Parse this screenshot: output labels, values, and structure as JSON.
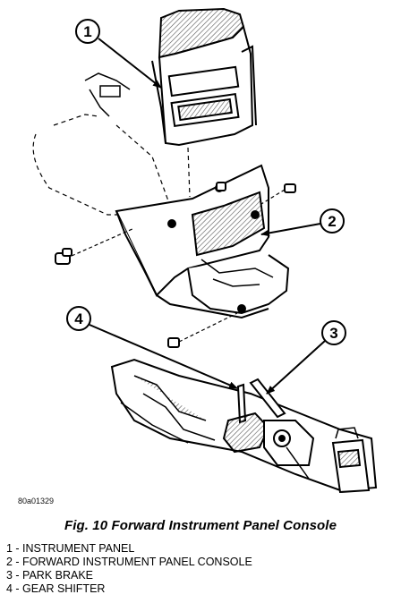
{
  "figure": {
    "id_label": "80a01329",
    "caption": "Fig. 10 Forward Instrument Panel Console"
  },
  "callouts": [
    {
      "number": "1",
      "label": "INSTRUMENT PANEL"
    },
    {
      "number": "2",
      "label": "FORWARD INSTRUMENT PANEL CONSOLE"
    },
    {
      "number": "3",
      "label": "PARK BRAKE"
    },
    {
      "number": "4",
      "label": "GEAR SHIFTER"
    }
  ],
  "legend": [
    "1 - INSTRUMENT PANEL",
    "2 - FORWARD INSTRUMENT PANEL CONSOLE",
    "3 - PARK BRAKE",
    "4 - GEAR SHIFTER"
  ],
  "colors": {
    "ink": "#000000",
    "paper": "#ffffff",
    "hatch": "#555555"
  }
}
